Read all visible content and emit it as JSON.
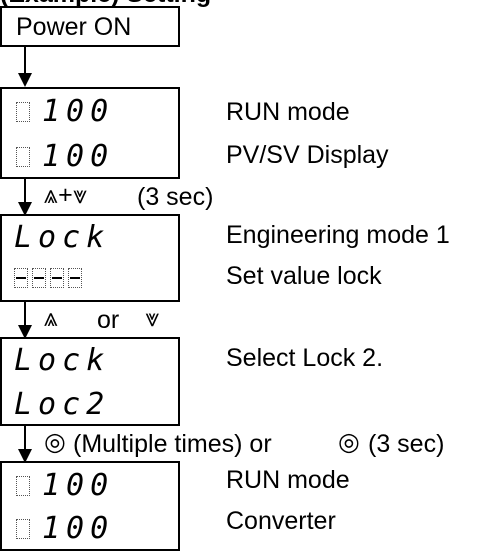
{
  "header": {
    "title": "(Example) Setting"
  },
  "power_label": "Power ON",
  "steps": [
    {
      "display_top": "100",
      "display_bottom": "100",
      "desc1": "RUN mode",
      "desc2": "PV/SV Display"
    },
    {
      "display_top": "Lock",
      "display_bottom": "----",
      "desc1": "Engineering mode 1",
      "desc2": "Set value lock"
    },
    {
      "display_top": "Lock",
      "display_bottom": "Loc2",
      "desc1": "Select Lock 2.",
      "desc2": ""
    },
    {
      "display_top": "100",
      "display_bottom": "100",
      "desc1": "RUN mode",
      "desc2": "Converter"
    }
  ],
  "transitions": {
    "t1": {
      "keys": "⩓+⩔",
      "text": "(3 sec)"
    },
    "t2": {
      "keys": "⩓",
      "mid": "or",
      "keys2": "⩔"
    },
    "t3": {
      "icon": "◎",
      "text": "(Multiple times) or",
      "icon2": "◎",
      "text2": "(3 sec)"
    }
  }
}
